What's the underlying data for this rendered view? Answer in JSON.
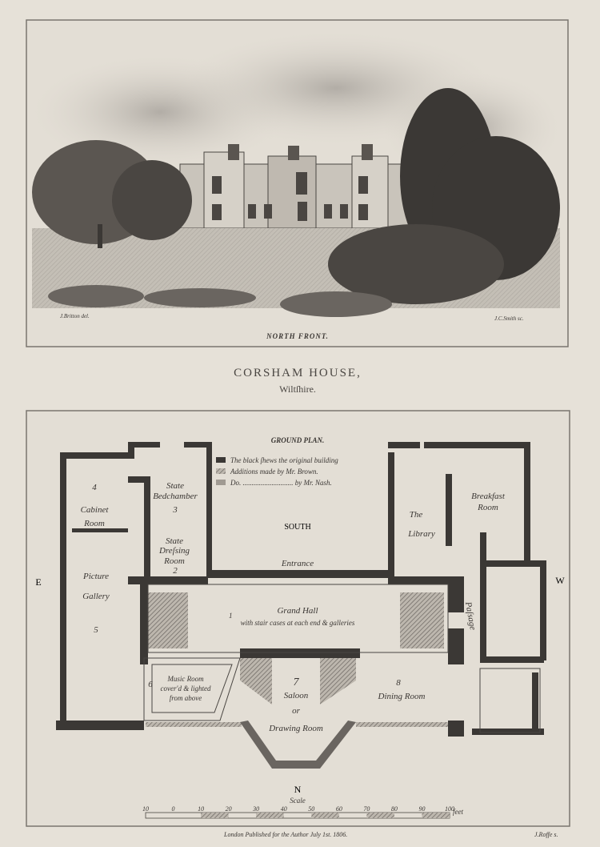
{
  "view": {
    "caption": "NORTH FRONT.",
    "artist_credit": "J.Britton del.",
    "engraver_credit": "J.C.Smith sc."
  },
  "title": {
    "main": "CORSHAM HOUSE,",
    "county": "Wiltſhire."
  },
  "plan": {
    "heading": "GROUND PLAN.",
    "legend": [
      {
        "text": "The black ſhews the original building",
        "color": "#3b3835"
      },
      {
        "text": "Additions made by Mr. Brown.",
        "color": "#5c5752"
      },
      {
        "text": "Do. ............................ by Mr. Nash.",
        "color": "#8a847d"
      }
    ],
    "compass": {
      "east": "E",
      "west": "W",
      "north": "N"
    },
    "south": "SOUTH",
    "entrance": "Entrance",
    "rooms": {
      "cabinet_num": "4",
      "cabinet_1": "Cabinet",
      "cabinet_2": "Room",
      "bed_1": "State",
      "bed_2": "Bedchamber",
      "bed_num": "3",
      "dress_1": "State",
      "dress_2": "Dreſsing",
      "dress_3": "Room",
      "dress_num": "2",
      "gallery_1": "Picture",
      "gallery_2": "Gallery",
      "gallery_num": "5",
      "library_1": "The",
      "library_2": "Library",
      "breakfast_1": "Breakfast",
      "breakfast_2": "Room",
      "hall": "Grand Hall",
      "hall_num": "1",
      "hall_note": "with stair cases at each end & galleries",
      "passage": "Paſsage",
      "music_num": "6",
      "music_1": "Music Room",
      "music_2": "cover'd & lighted",
      "music_3": "from above",
      "saloon_num": "7",
      "saloon_1": "Saloon",
      "saloon_2": "or",
      "saloon_3": "Drawing Room",
      "dining_num": "8",
      "dining": "Dining Room"
    },
    "scale": {
      "title": "Scale",
      "ticks": [
        "10",
        "0",
        "10",
        "20",
        "30",
        "40",
        "50",
        "60",
        "70",
        "80",
        "90",
        "100"
      ],
      "unit": "feet"
    }
  },
  "footer": {
    "publisher": "London Published for the Author July 1st. 1806.",
    "engraver": "J.Roffe s."
  }
}
